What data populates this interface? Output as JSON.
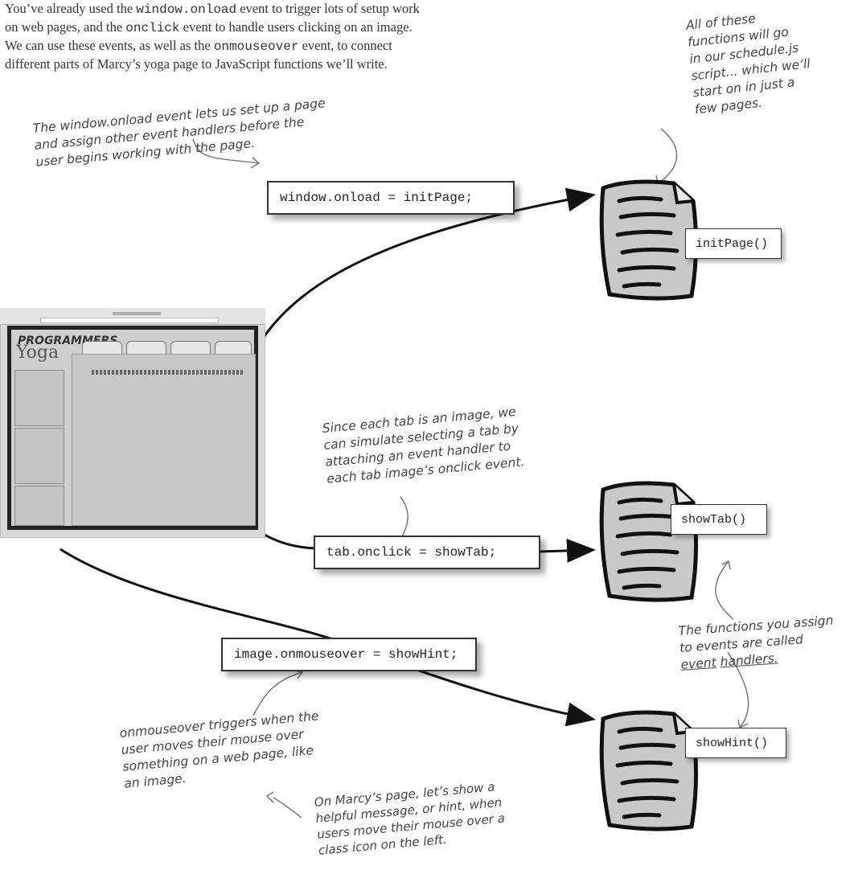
{
  "intro": {
    "line1_a": "You’ve already used the ",
    "line1_code": "window.onload",
    "line1_b": " event to trigger lots of setup work",
    "line2_a": "on web pages, and the ",
    "line2_code": "onclick",
    "line2_b": " event to handle users clicking on an image.",
    "line3_a": "We can use these events, as well as the ",
    "line3_code": "onmouseover",
    "line3_b": " event, to connect",
    "line4": "different parts of Marcy’s yoga page to JavaScript functions we’ll write."
  },
  "notes": {
    "schedule": [
      "All of these",
      "functions will go",
      "in our schedule.js",
      "script... which we’ll",
      "start on in just a",
      "few pages."
    ],
    "onload": [
      "The window.onload event lets us set up a page",
      "and assign other event handlers before the",
      "user begins working with the page."
    ],
    "tab": [
      "Since each tab is an image, we",
      "can simulate selecting a tab by",
      "attaching an event handler to",
      "each tab image’s onclick event."
    ],
    "handlers_a": "The functions you assign",
    "handlers_b": "to events are called",
    "handlers_word1": "event",
    "handlers_word2": "handlers.",
    "mouseover": [
      "onmouseover triggers when the",
      "user moves their mouse over",
      "something on a web page, like",
      "an image."
    ],
    "hint": [
      "On Marcy’s page, let’s show a",
      "helpful message, or hint, when",
      "users move their mouse over a",
      "class icon on the left."
    ]
  },
  "code": {
    "onload": "window.onload = initPage;",
    "onclick": "tab.onclick = showTab;",
    "onmouseover": "image.onmouseover = showHint;"
  },
  "functions": {
    "init": "initPage()",
    "tab": "showTab()",
    "hint": "showHint()"
  },
  "screenshot": {
    "logo": "PROGRAMMERS",
    "yoga": "Yoga"
  }
}
